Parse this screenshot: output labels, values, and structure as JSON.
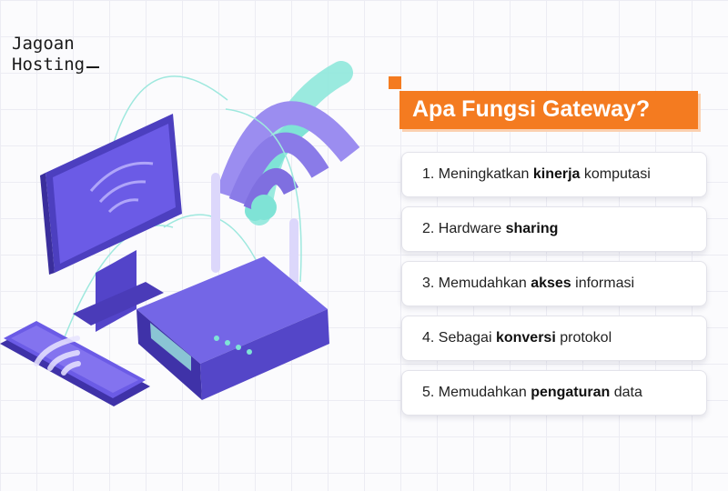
{
  "brand": {
    "line1": "Jagoan",
    "line2": "Hosting"
  },
  "title": "Apa Fungsi Gateway?",
  "items": [
    {
      "pre": "1. Meningkatkan ",
      "bold": "kinerja",
      "post": " komputasi"
    },
    {
      "pre": "2. Hardware ",
      "bold": "sharing",
      "post": ""
    },
    {
      "pre": "3. Memudahkan ",
      "bold": "akses",
      "post": " informasi"
    },
    {
      "pre": "4. Sebagai ",
      "bold": "konversi",
      "post": " protokol"
    },
    {
      "pre": "5. Memudahkan ",
      "bold": "pengaturan",
      "post": " data"
    }
  ],
  "colors": {
    "accent": "#f47b20",
    "purple": "#6c5ce7",
    "teal": "#7fe3d6"
  },
  "illustration": {
    "icons": [
      "monitor-icon",
      "router-icon",
      "smartphone-icon",
      "wifi-icon"
    ]
  }
}
